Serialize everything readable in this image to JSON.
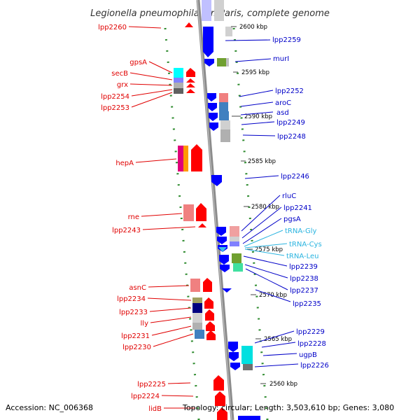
{
  "title": "Legionella pneumophila str. Paris, complete genome",
  "footer": {
    "accession": "Accession: NC_006368",
    "info": "Topology: circular; Length: 3,503,610 bp; Genes: 3,080"
  },
  "colors": {
    "left_label": "#e00000",
    "right_label": "#0000c8",
    "rna_label": "#2ab4e0",
    "backbone": "#8c8c8c",
    "tick_dots": "#2e8b2e"
  },
  "kbp_marks": [
    "2600 kbp",
    "2595 kbp",
    "2590 kbp",
    "2585 kbp",
    "2580 kbp",
    "2575 kbp",
    "2570 kbp",
    "2565 kbp",
    "2560 kbp"
  ],
  "left_labels": [
    "lpp2260",
    "gpsA",
    "secB",
    "grx",
    "lpp2254",
    "lpp2253",
    "hepA",
    "rne",
    "lpp2243",
    "asnC",
    "lpp2234",
    "lpp2233",
    "lly",
    "lpp2231",
    "lpp2230",
    "lpp2225",
    "lpp2224",
    "lidB"
  ],
  "right_labels": [
    "lpp2259",
    "murI",
    "lpp2252",
    "aroC",
    "asd",
    "lpp2249",
    "lpp2248",
    "lpp2246",
    "rluC",
    "lpp2241",
    "pgsA",
    "tRNA-Gly",
    "tRNA-Cys",
    "tRNA-Leu",
    "lpp2239",
    "lpp2238",
    "lpp2237",
    "lpp2235",
    "lpp2229",
    "lpp2228",
    "ugpB",
    "lpp2226"
  ]
}
